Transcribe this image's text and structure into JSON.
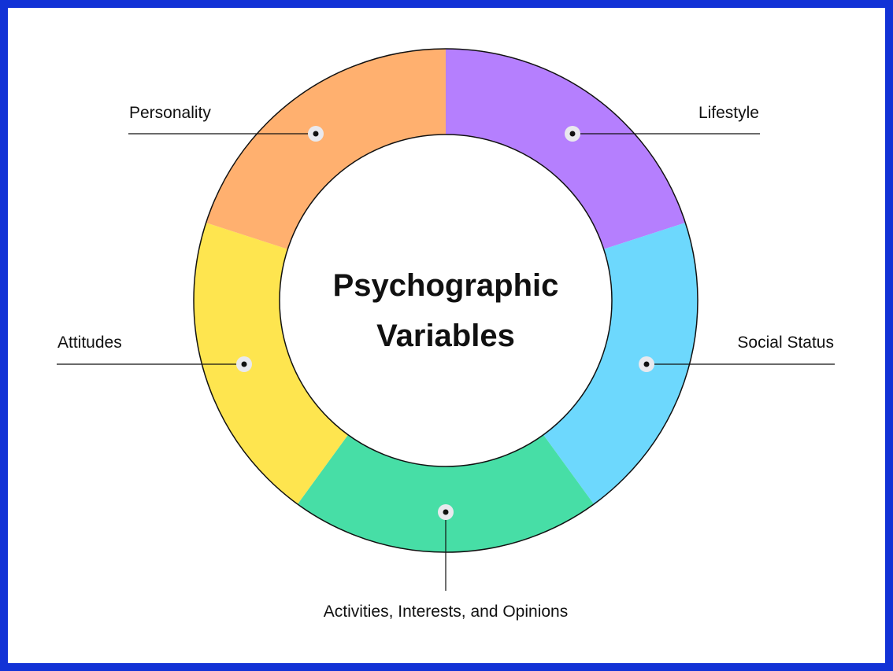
{
  "title": {
    "line1": "Psychographic",
    "line2": "Variables"
  },
  "segments": [
    {
      "label": "Lifestyle",
      "color": "#b57ffe"
    },
    {
      "label": "Social Status",
      "color": "#6dd8fd"
    },
    {
      "label": "Activities, Interests, and Opinions",
      "color": "#47dea6"
    },
    {
      "label": "Attitudes",
      "color": "#fee54f"
    },
    {
      "label": "Personality",
      "color": "#ffb06f"
    }
  ],
  "colors": {
    "frame": "#1232d6",
    "background": "#ffffff",
    "stroke": "#111111",
    "marker_halo": "#e9e9ee"
  }
}
